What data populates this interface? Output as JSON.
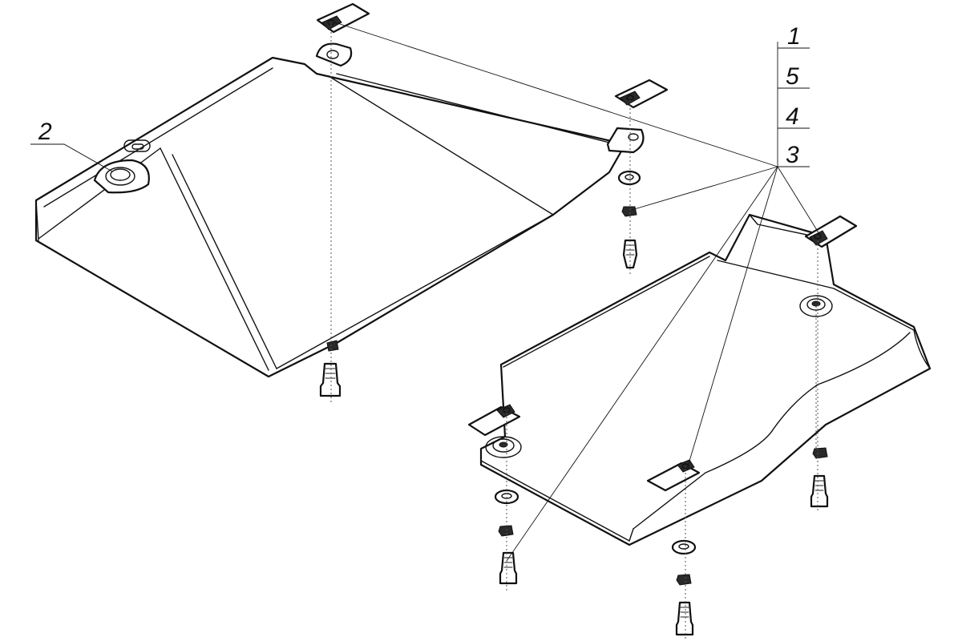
{
  "callouts": {
    "part_1": "1",
    "part_5": "5",
    "part_4": "4",
    "part_3": "3",
    "part_2": "2"
  },
  "colors": {
    "line": "#111111",
    "background": "#ffffff"
  }
}
